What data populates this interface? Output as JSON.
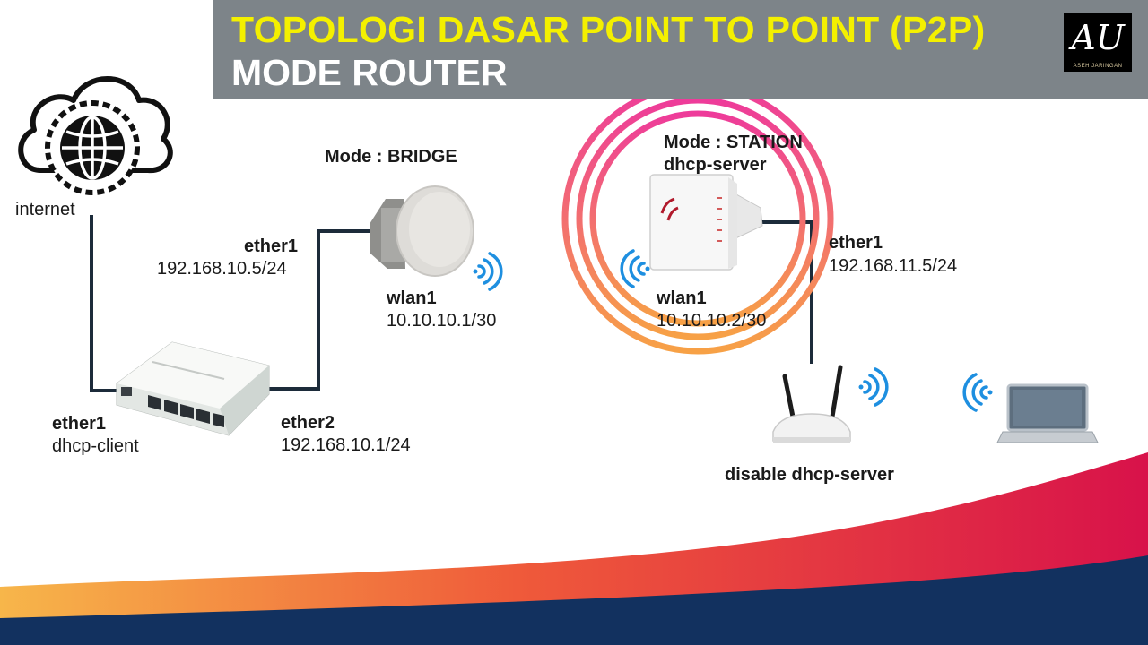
{
  "header": {
    "title_line1": "TOPOLOGI DASAR POINT TO POINT (P2P)",
    "title_line2": "MODE ROUTER",
    "logo_text": "AU",
    "logo_caption": "ASEH JARINGAN"
  },
  "internet": {
    "label": "internet"
  },
  "router": {
    "ether1_name": "ether1",
    "ether1_role": "dhcp-client",
    "ether2_name": "ether2",
    "ether2_ip": "192.168.10.1/24"
  },
  "bridge": {
    "mode": "Mode : BRIDGE",
    "ether1_name": "ether1",
    "ether1_ip": "192.168.10.5/24",
    "wlan1_name": "wlan1",
    "wlan1_ip": "10.10.10.1/30"
  },
  "station": {
    "mode": "Mode : STATION",
    "role": "dhcp-server",
    "ether1_name": "ether1",
    "ether1_ip": "192.168.11.5/24",
    "wlan1_name": "wlan1",
    "wlan1_ip": "10.10.10.2/30"
  },
  "ap": {
    "label": "disable dhcp-server"
  },
  "colors": {
    "header_bg": "#7d8489",
    "title_yellow": "#f4f000",
    "highlight_pink": "#ee3b9a",
    "highlight_orange": "#f7a146",
    "wifi_blue": "#1e8fe0",
    "wave_red": "#d8124a",
    "wave_navy": "#12315f"
  }
}
